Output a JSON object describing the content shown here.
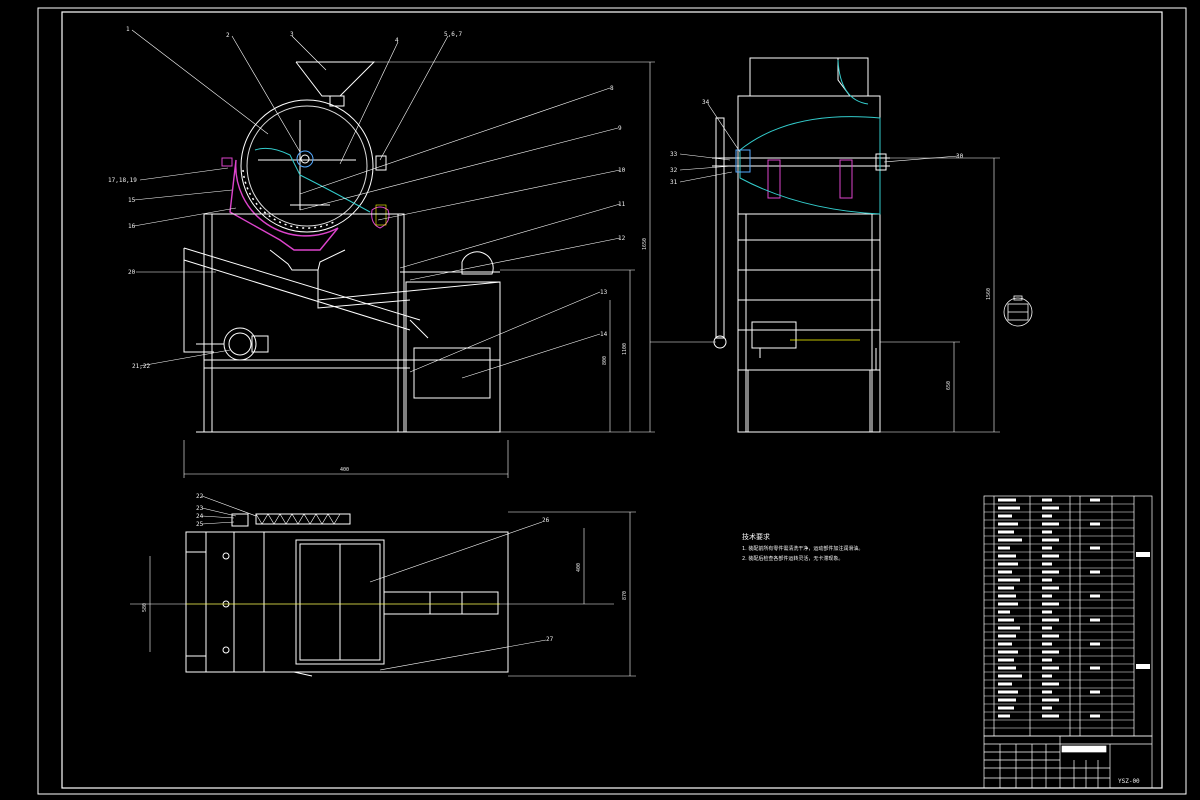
{
  "drawing": {
    "callouts_front": [
      "1",
      "2",
      "3",
      "4",
      "5,6,7",
      "8",
      "9",
      "10",
      "11",
      "12",
      "13",
      "14",
      "15",
      "16",
      "17,18,19",
      "20",
      "21,22"
    ],
    "callouts_side": [
      "34",
      "30",
      "33",
      "32",
      "31"
    ],
    "callouts_plan": [
      "22",
      "23",
      "24",
      "25",
      "26",
      "27"
    ],
    "dims": [
      "1650",
      "1100",
      "800",
      "1560",
      "650",
      "580",
      "400",
      "870"
    ],
    "notes": {
      "title": "技术要求",
      "lines": [
        "1. 装配前所有零件需清洗干净，运动部件加注润滑油。",
        "2. 装配后检查各部件运转灵活，无卡滞现象。"
      ]
    },
    "title_block": {
      "drawing_no": "YSZ-00"
    }
  }
}
